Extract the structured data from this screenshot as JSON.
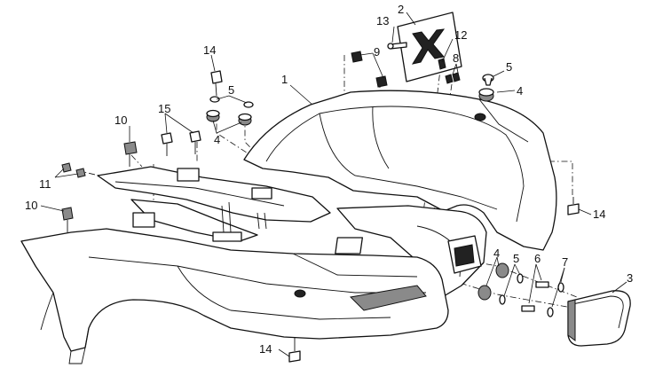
{
  "callouts": [
    {
      "id": "c1",
      "text": "1"
    },
    {
      "id": "c2",
      "text": "2"
    },
    {
      "id": "c3",
      "text": "3"
    },
    {
      "id": "c4a",
      "text": "4"
    },
    {
      "id": "c4b",
      "text": "4"
    },
    {
      "id": "c4c",
      "text": "4"
    },
    {
      "id": "c5a",
      "text": "5"
    },
    {
      "id": "c5b",
      "text": "5"
    },
    {
      "id": "c5c",
      "text": "5"
    },
    {
      "id": "c6",
      "text": "6"
    },
    {
      "id": "c7",
      "text": "7"
    },
    {
      "id": "c8",
      "text": "8"
    },
    {
      "id": "c9",
      "text": "9"
    },
    {
      "id": "c10a",
      "text": "10"
    },
    {
      "id": "c10b",
      "text": "10"
    },
    {
      "id": "c11",
      "text": "11"
    },
    {
      "id": "c12",
      "text": "12"
    },
    {
      "id": "c13",
      "text": "13"
    },
    {
      "id": "c14a",
      "text": "14"
    },
    {
      "id": "c14b",
      "text": "14"
    },
    {
      "id": "c14c",
      "text": "14"
    },
    {
      "id": "c15",
      "text": "15"
    }
  ]
}
